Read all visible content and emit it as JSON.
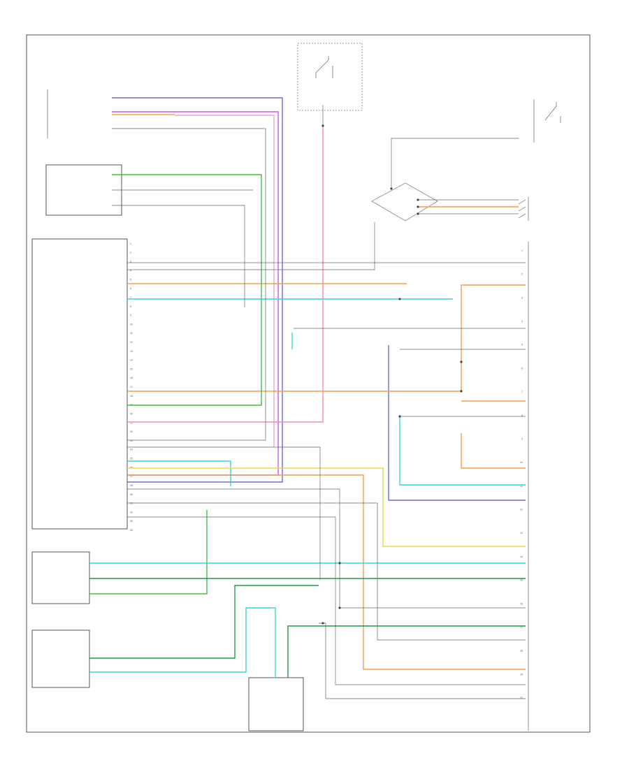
{
  "page_label": "",
  "components": {
    "airbag_control_module": {
      "label": ""
    },
    "left_curtain_airbag": {
      "label": ""
    },
    "right_curtain_airbag": {
      "label": ""
    },
    "driver_seat_module": {
      "label": ""
    },
    "passenger_seat_module": {
      "label": ""
    },
    "seat_belt_switch": {
      "label": ""
    },
    "clockspring": {
      "label": ""
    },
    "front_impact_sensor": {
      "label": ""
    },
    "occupant_classification_sensor": {
      "label": ""
    }
  },
  "connectors": {
    "left_connector_pins": [
      "1",
      "2",
      "3",
      "4",
      "5",
      "6",
      "7",
      "8",
      "9",
      "10",
      "11",
      "12",
      "13",
      "14",
      "15",
      "16",
      "17",
      "18",
      "19",
      "20",
      "21",
      "22",
      "23",
      "24",
      "25",
      "26",
      "27",
      "28",
      "29",
      "30",
      "31",
      "32",
      "33"
    ],
    "right_connector_pins": [
      "1",
      "2",
      "3",
      "4",
      "5",
      "6",
      "7",
      "8",
      "9",
      "10",
      "11",
      "12",
      "13",
      "14",
      "15",
      "16",
      "17",
      "18",
      "19",
      "20"
    ]
  },
  "colors": {
    "pink": "#f08cb4",
    "violet": "#c060e0",
    "blue": "#6a6adc",
    "green": "#40c040",
    "dark_green": "#1e9a50",
    "cyan": "#38d4d4",
    "orange": "#f0a050",
    "yellow": "#e6dc50",
    "red": "#f07070",
    "gray": "#808080",
    "black": "#404040"
  }
}
